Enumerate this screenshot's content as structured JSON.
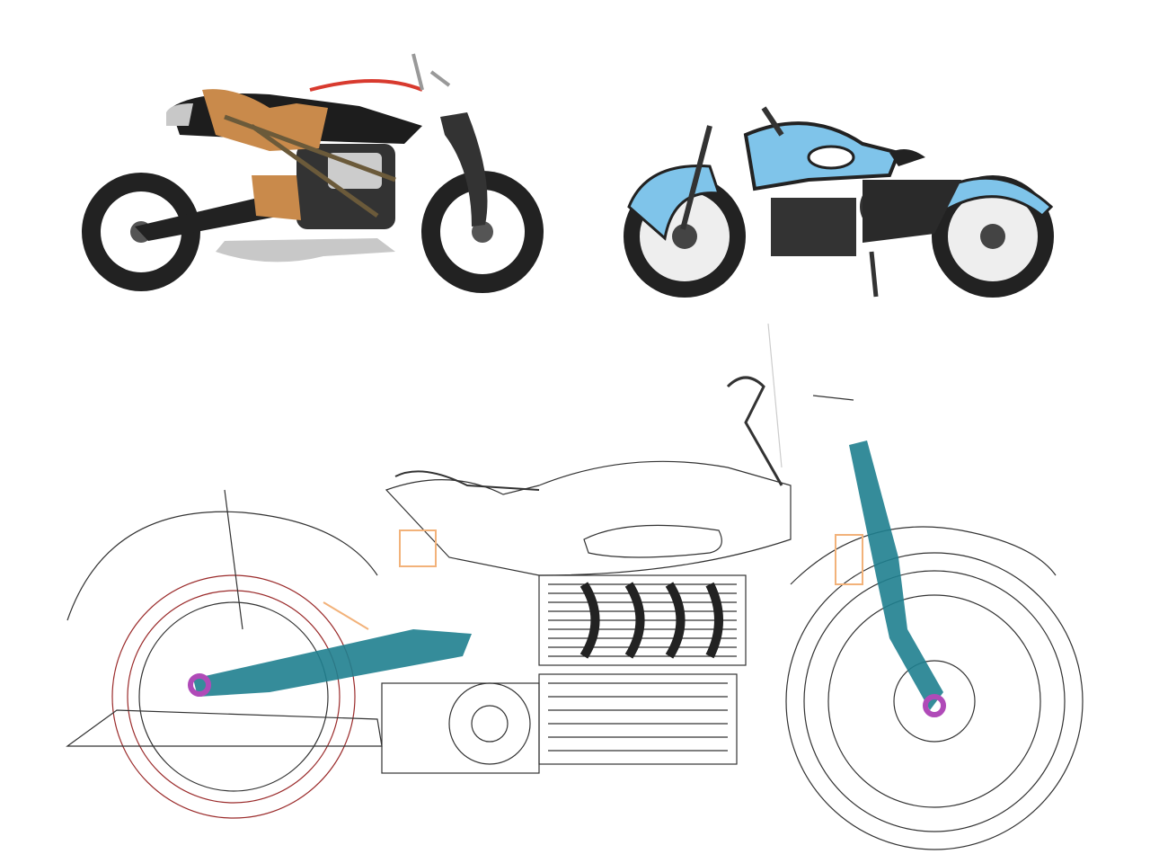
{
  "images": [
    {
      "id": "photo-cafe-racer",
      "kind": "photo",
      "colors": {
        "seat": "#c98a4b",
        "frame": "#6b5a3a",
        "tank": "#1d1d1d",
        "chrome": "#c8c8c8",
        "accent": "#d83a2e"
      }
    },
    {
      "id": "photo-electric-bike",
      "kind": "photo",
      "colors": {
        "panel": "#7fc4ea",
        "body": "#222222",
        "chrome": "#bbbbbb"
      }
    },
    {
      "id": "cad-drawing",
      "kind": "line-drawing",
      "colors": {
        "line": "#333333",
        "swingarm": "#1f7f8f",
        "rear-tire": "#9a2a2a",
        "highlight": "#f2b27a",
        "pivot": "#b04ab8"
      }
    }
  ]
}
